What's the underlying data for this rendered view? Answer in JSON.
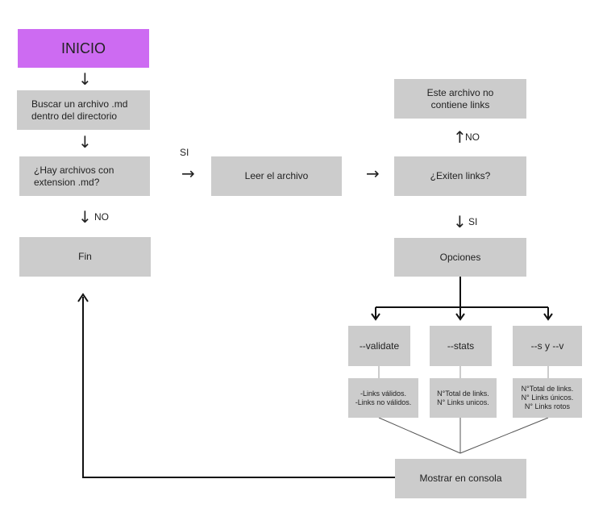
{
  "nodes": {
    "start": "INICIO",
    "search": "Buscar un archivo .md\ndentro del directorio",
    "question_md": "¿Hay archivos con\nextension .md?",
    "end": "Fin",
    "read": "Leer el archivo",
    "question_links": "¿Exiten links?",
    "no_links": "Este archivo no\ncontiene links",
    "options": "Opciones",
    "validate": "--validate",
    "stats": "--stats",
    "sv": "--s y --v",
    "validate_out": "-Links válidos.\n-Links no válidos.",
    "stats_out": "N°Total de links.\nN° Links unicos.",
    "sv_out": "N°Total de links.\nN° Links únicos.\nN° Links rotos",
    "show": "Mostrar en consola"
  },
  "labels": {
    "si": "SI",
    "no": "NO"
  },
  "arrow_glyphs": {
    "down": "↓",
    "right": "→",
    "up": "↑"
  }
}
